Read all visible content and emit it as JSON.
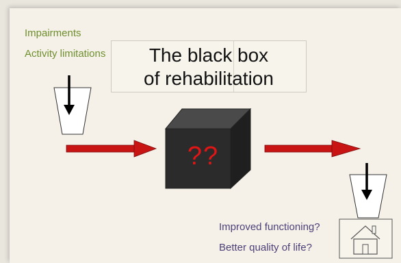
{
  "inputs": {
    "impairments": "Impairments",
    "activity_limitations": "Activity limitations"
  },
  "title": {
    "line1": "The black box",
    "line2": "of rehabilitation"
  },
  "black_box": {
    "label": "??",
    "label_color": "#e01515",
    "box_color": "#2b2b2b"
  },
  "arrows": {
    "color": "#c91414"
  },
  "outcomes": {
    "functioning": "Improved functioning?",
    "quality_of_life": "Better quality of life?"
  },
  "icons": {
    "funnel_in": "funnel-icon",
    "funnel_out": "funnel-icon",
    "house": "house-icon"
  }
}
